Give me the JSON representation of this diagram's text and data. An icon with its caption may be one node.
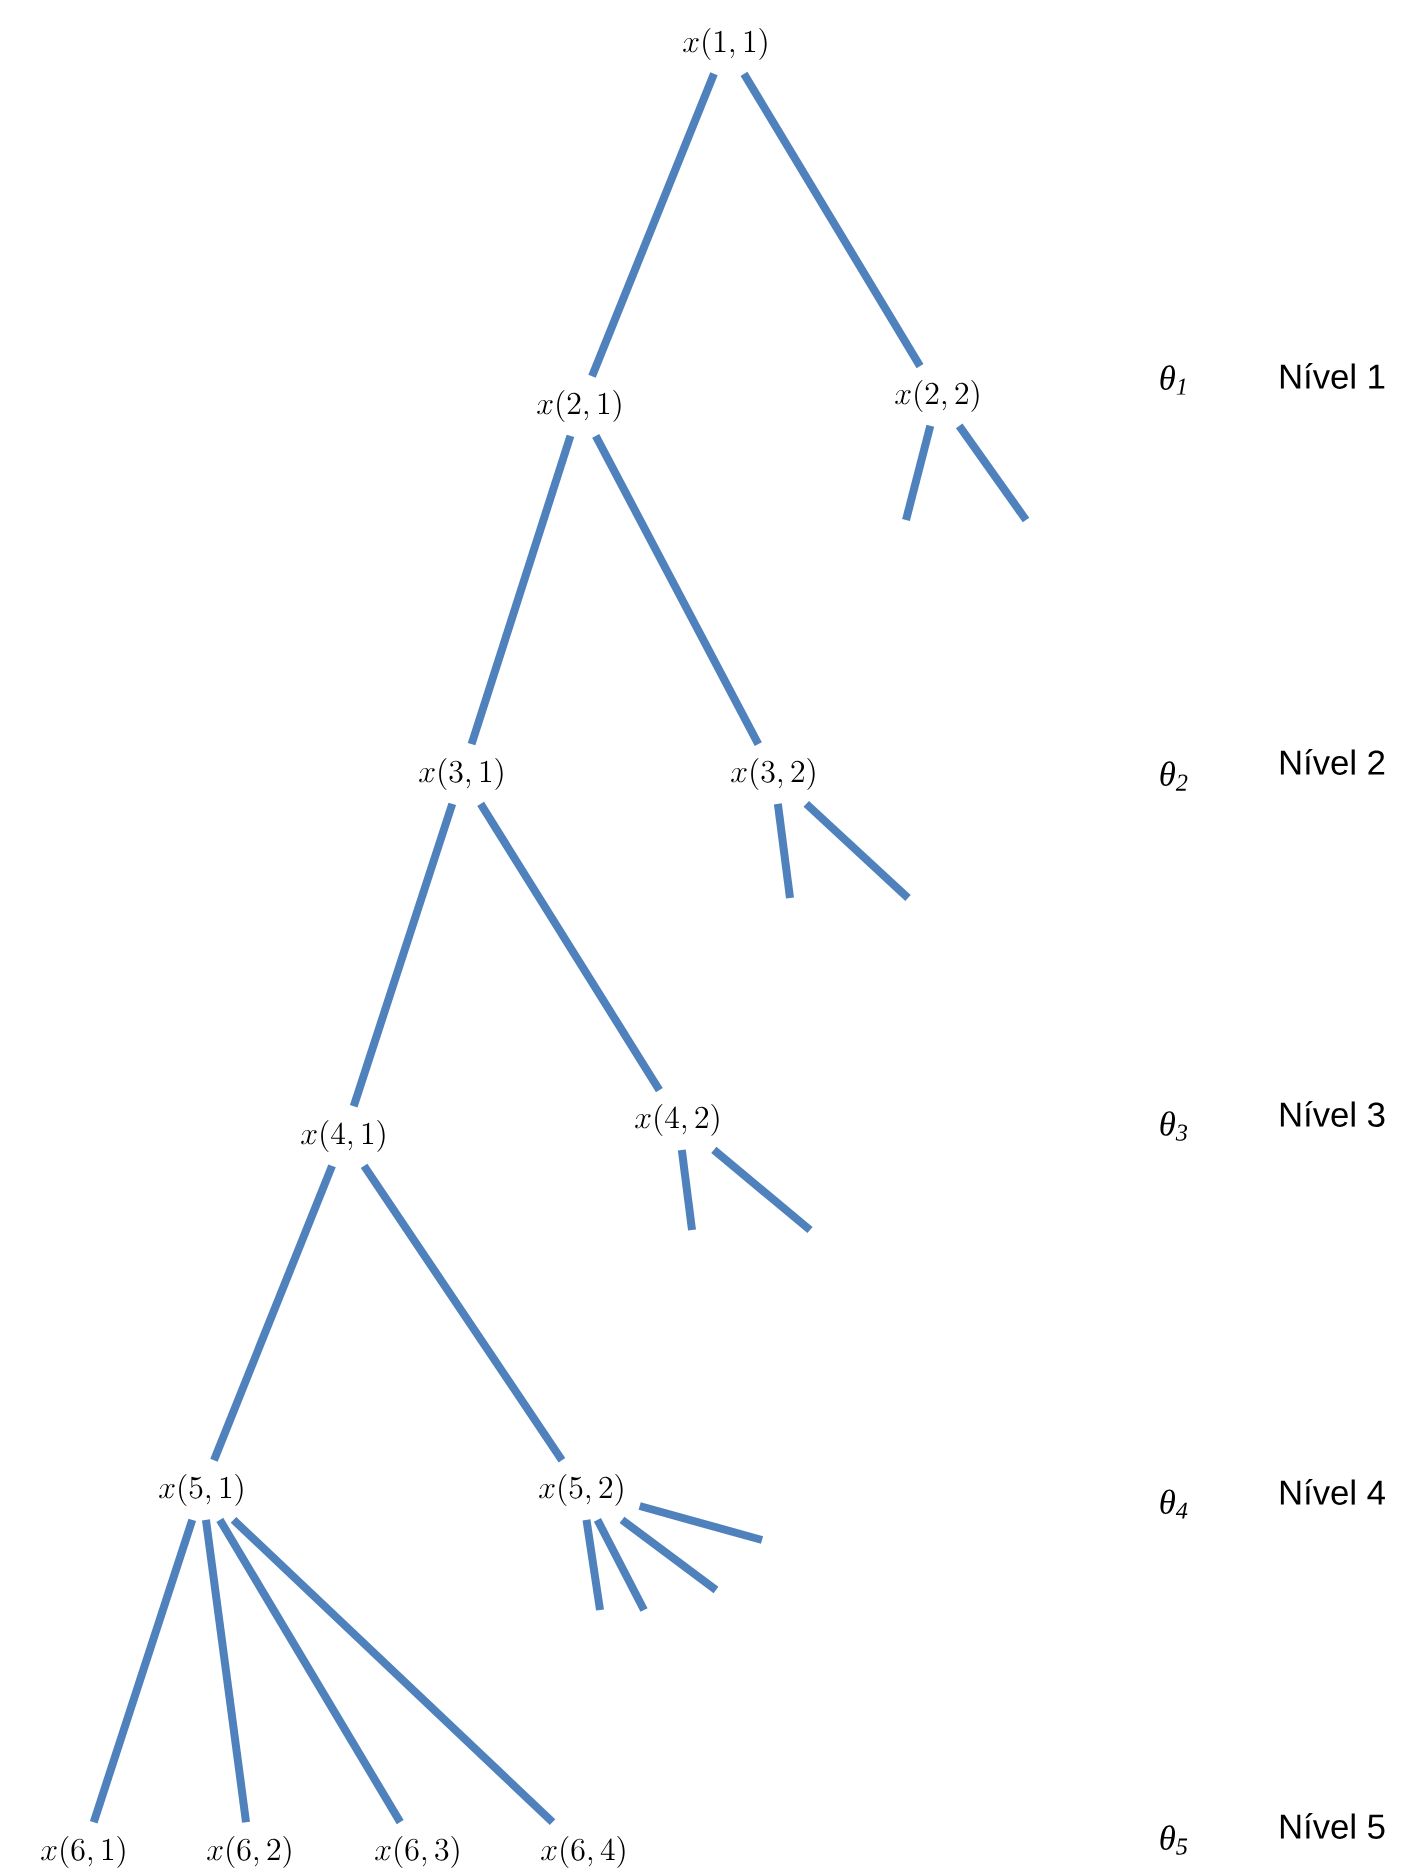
{
  "diagram": {
    "nodes": [
      {
        "text": [
          "x(1,1)"
        ]
      },
      {
        "text": [
          "x(2,1)"
        ]
      },
      {
        "text": [
          "x(2,2)"
        ]
      },
      {
        "text": [
          "x(3,1)"
        ]
      },
      {
        "text": [
          "x(3,2)"
        ]
      },
      {
        "text": [
          "x(4,1)"
        ]
      },
      {
        "text": [
          "x(4,2)"
        ]
      },
      {
        "text": [
          "x(5,1)"
        ]
      },
      {
        "text": [
          "x(5,2)"
        ]
      },
      {
        "text": [
          "x(6,1)"
        ]
      },
      {
        "text": [
          "x(6,2)"
        ]
      },
      {
        "text": [
          "x(6,3)"
        ]
      },
      {
        "text": [
          "x(6,4)"
        ]
      }
    ],
    "edges": [
      {
        "from": 0,
        "to": 1,
        "arrow": "none"
      },
      {
        "from": 0,
        "to": 2,
        "arrow": "none"
      },
      {
        "from": 1,
        "to": 3,
        "arrow": "none"
      },
      {
        "from": 1,
        "to": 4,
        "arrow": "none"
      },
      {
        "from": 3,
        "to": 5,
        "arrow": "none"
      },
      {
        "from": 3,
        "to": 6,
        "arrow": "none"
      },
      {
        "from": 5,
        "to": 7,
        "arrow": "none"
      },
      {
        "from": 5,
        "to": 8,
        "arrow": "none"
      },
      {
        "from": 7,
        "to": 9,
        "arrow": "none"
      },
      {
        "from": 7,
        "to": 10,
        "arrow": "none"
      },
      {
        "from": 7,
        "to": 11,
        "arrow": "none"
      },
      {
        "from": 7,
        "to": 12,
        "arrow": "none"
      },
      {
        "from": 2,
        "to": null,
        "arrow": "none"
      },
      {
        "from": 2,
        "to": null,
        "arrow": "none"
      },
      {
        "from": 4,
        "to": null,
        "arrow": "none"
      },
      {
        "from": 4,
        "to": null,
        "arrow": "none"
      },
      {
        "from": 6,
        "to": null,
        "arrow": "none"
      },
      {
        "from": 6,
        "to": null,
        "arrow": "none"
      },
      {
        "from": 8,
        "to": null,
        "arrow": "none"
      },
      {
        "from": 8,
        "to": null,
        "arrow": "none"
      },
      {
        "from": 8,
        "to": null,
        "arrow": "none"
      },
      {
        "from": 8,
        "to": null,
        "arrow": "none"
      }
    ],
    "labels": [
      "θ$_{1}$",
      "Nível 1",
      "θ$_{2}$",
      "Nível 2",
      "θ$_{3}$",
      "Nível 3",
      "θ$_{4}$",
      "Nível 4",
      "θ$_{5}$",
      "Nível 5"
    ]
  }
}
